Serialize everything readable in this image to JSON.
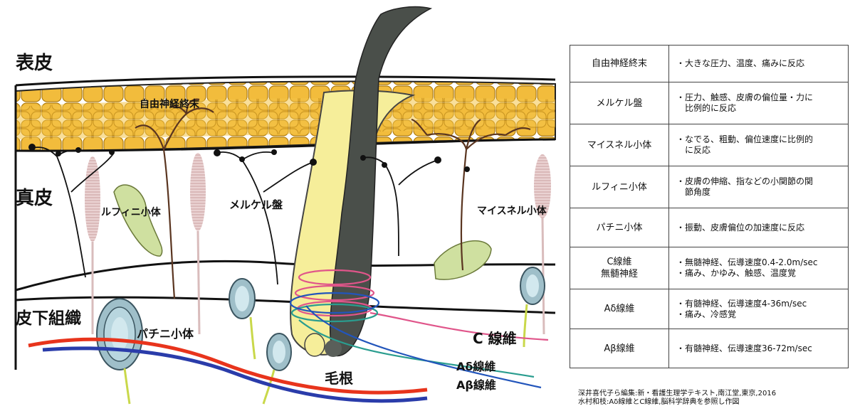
{
  "diagram": {
    "layers": {
      "epidermis": "表皮",
      "dermis": "真皮",
      "subcutaneous": "皮下組織"
    },
    "callouts": {
      "free_nerve_ending": "自由神経終末",
      "merkel_disc": "メルケル盤",
      "meissner_corpuscle": "マイスネル小体",
      "ruffini_corpuscle": "ルフィニ小体",
      "pacinian_corpuscle": "パチニ小体",
      "hair_root": "毛根",
      "c_fiber": "C 線維",
      "a_delta_fiber": "Aδ線維",
      "a_beta_fiber": "Aβ線維"
    },
    "colors": {
      "epidermis_cells": "#f2bc3c",
      "hair_shaft": "#4a4f4a",
      "root_sheath": "#f6ee9a",
      "ruffini": "#cfe0a0",
      "pacinian": "#b8d6df",
      "meissner": "#e8cccc",
      "c_fiber": "#e0558a",
      "a_delta_fiber": "#2a9d8f",
      "a_beta_fiber": "#2255bb",
      "artery": "#e8341c",
      "vein": "#2a3caa"
    }
  },
  "table": {
    "rows": [
      {
        "name": "自由神経終末",
        "desc": "・大きな圧力、温度、痛みに反応"
      },
      {
        "name": "メルケル盤",
        "desc": "・圧力、触感、皮膚の偏位量・力に\n　比例的に反応"
      },
      {
        "name": "マイスネル小体",
        "desc": "・なでる、粗動、偏位速度に比例的\n　に反応"
      },
      {
        "name": "ルフィニ小体",
        "desc": "・皮膚の伸縮、指などの小関節の関\n　節角度"
      },
      {
        "name": "パチニ小体",
        "desc": "・振動、皮膚偏位の加速度に反応"
      },
      {
        "name": "C線維\n無髄神経",
        "desc": "・無髄神経、伝導速度0.4-2.0m/sec\n・痛み、かゆみ、触感、温度覚"
      },
      {
        "name": "Aδ線維",
        "desc": "・有髄神経、伝導速度4-36m/sec\n・痛み、冷感覚"
      },
      {
        "name": "Aβ線維",
        "desc": "・有髄神経、伝導速度36-72m/sec"
      }
    ]
  },
  "source_note": "深井喜代子ら編集:新・看護生理学テキスト,南江堂,東京,2016\n水村和枝:Aδ線維とC線維,脳科学辞典を参照し作図"
}
